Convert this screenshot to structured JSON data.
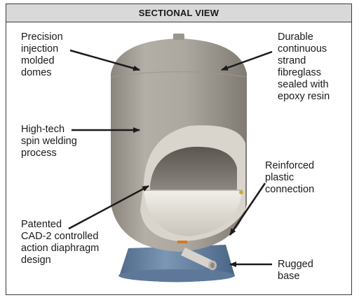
{
  "header": {
    "title": "SECTIONAL VIEW"
  },
  "callouts": {
    "domes": [
      "Precision",
      "injection",
      "molded",
      "domes"
    ],
    "fibreglass": [
      "Durable",
      "continuous",
      "strand",
      "fibreglass",
      "sealed with",
      "epoxy resin"
    ],
    "welding": [
      "High-tech",
      "spin welding",
      "process"
    ],
    "connection": [
      "Reinforced",
      "plastic",
      "connection"
    ],
    "diaphragm": [
      "Patented",
      "CAD-2 controlled",
      "action diaphragm",
      "design"
    ],
    "base": [
      "Rugged",
      "base"
    ]
  },
  "colors": {
    "tank_shell": "#a9a49c",
    "tank_shadow": "#7d7870",
    "base": "#6b87a6",
    "header_bg": "#d9d9d9",
    "arrow": "#1a1a1a"
  }
}
